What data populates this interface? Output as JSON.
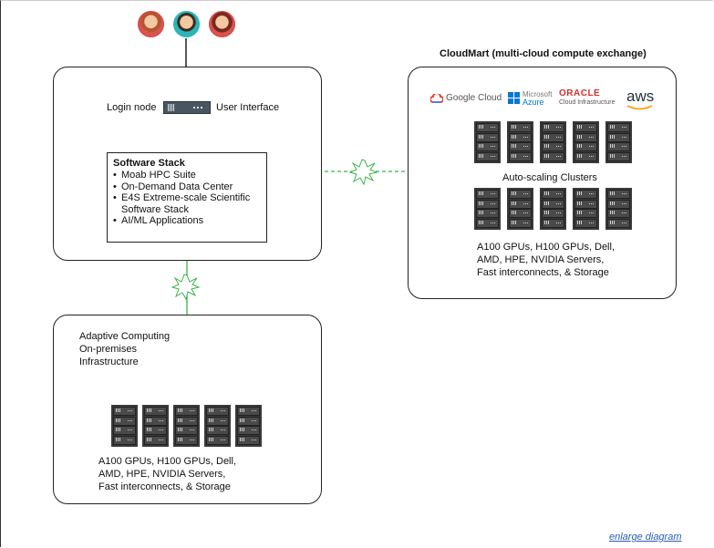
{
  "users": {
    "avatars": [
      "user-avatar-1",
      "user-avatar-2",
      "user-avatar-3"
    ]
  },
  "login": {
    "left_label": "Login node",
    "right_label": "User Interface"
  },
  "software_stack": {
    "title": "Software Stack",
    "items": [
      "Moab HPC Suite",
      "On-Demand Data Center",
      "E4S Extreme-scale Scientific Software Stack",
      "AI/ML Applications"
    ]
  },
  "cloudmart": {
    "title": "CloudMart (multi-cloud compute exchange)",
    "logos": {
      "google": "Google Cloud",
      "microsoft_line1": "Microsoft",
      "microsoft_line2": "Azure",
      "oracle_line1": "ORACLE",
      "oracle_line2": "Cloud Infrastructure",
      "aws": "aws"
    },
    "clusters_label": "Auto-scaling Clusters",
    "hardware_lines": [
      "A100 GPUs, H100 GPUs, Dell,",
      "AMD, HPE, NVIDIA Servers,",
      "Fast interconnects, & Storage"
    ]
  },
  "onprem": {
    "title_lines": [
      "Adaptive Computing",
      "On-premises",
      "Infrastructure"
    ],
    "hardware_lines": [
      "A100 GPUs, H100 GPUs, Dell,",
      "AMD, HPE, NVIDIA Servers,",
      "Fast interconnects, & Storage"
    ]
  },
  "footer": {
    "link": "enlarge diagram"
  },
  "colors": {
    "connector_green": "#3cb54a",
    "arrow_black": "#111111",
    "link_blue": "#2a5db0"
  }
}
